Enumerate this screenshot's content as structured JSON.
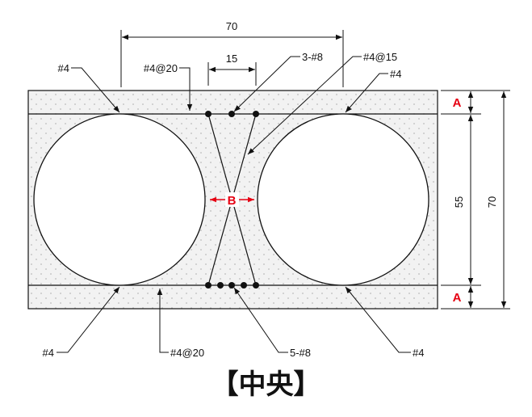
{
  "colors": {
    "line": "#111111",
    "accent": "#e60012",
    "section_fill": "#f2f2f2",
    "stipple": "#bcbcbc"
  },
  "dimensions": {
    "top_width": "70",
    "bar_spacing": "15",
    "core_height": "55",
    "total_height": "70",
    "cover_top": "A",
    "cover_bottom": "A",
    "web_gap": "B"
  },
  "callouts": {
    "left_top_bar": "#4",
    "top_distribution": "#4@20",
    "top_bars": "3-#8",
    "diagonal_bars": "#4@15",
    "right_top_bar": "#4",
    "left_bottom_bar": "#4",
    "bottom_distribution": "#4@20",
    "bottom_bars": "5-#8",
    "right_bottom_bar": "#4"
  },
  "caption": "【中央】"
}
